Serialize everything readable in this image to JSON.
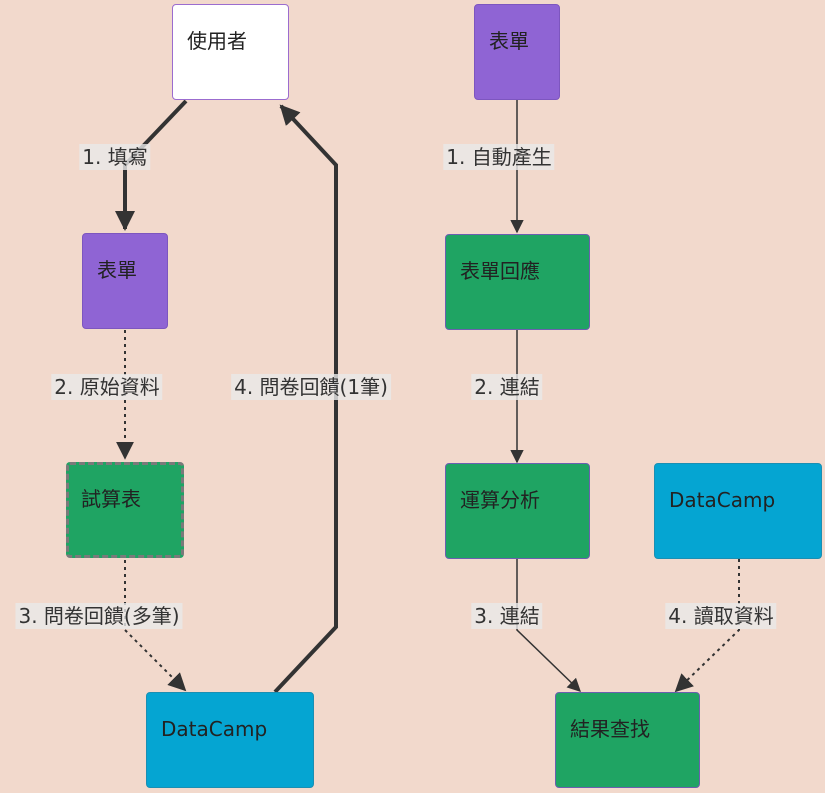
{
  "colors": {
    "background": "#f2d9cc",
    "white": "#ffffff",
    "purple": "#8f64d4",
    "green": "#1fa463",
    "cyan": "#05a5d2",
    "line": "#333333"
  },
  "left_flow": {
    "nodes": {
      "user": "使用者",
      "form": "表單",
      "spreadsheet": "試算表",
      "datacamp": "DataCamp"
    },
    "edges": {
      "fill": "1. 填寫",
      "raw_data": "2. 原始資料",
      "feedback_multi": "3. 問卷回饋(多筆)",
      "feedback_single": "4. 問卷回饋(1筆)"
    }
  },
  "right_flow": {
    "nodes": {
      "form": "表單",
      "form_responses": "表單回應",
      "analysis": "運算分析",
      "datacamp": "DataCamp",
      "result_lookup": "結果查找"
    },
    "edges": {
      "auto_generate": "1. 自動產生",
      "link1": "2. 連結",
      "link2": "3. 連結",
      "read_data": "4. 讀取資料"
    }
  }
}
